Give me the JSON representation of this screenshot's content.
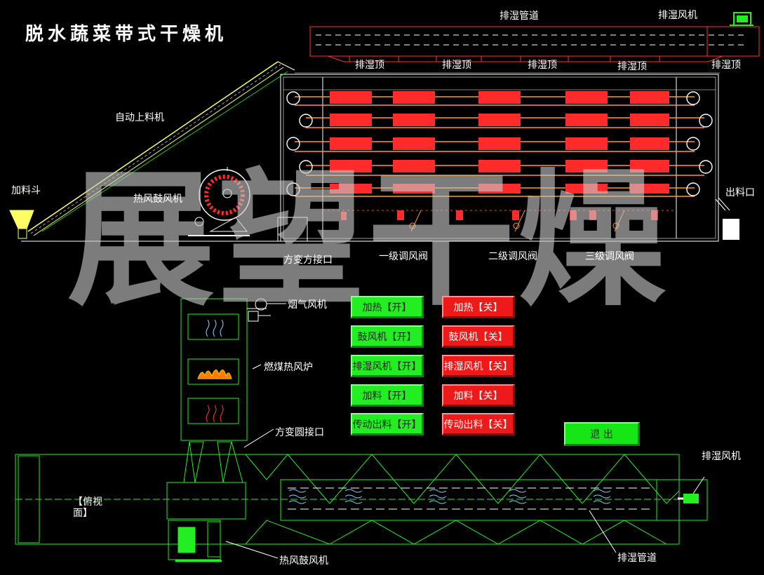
{
  "title": "脱水蔬菜带式干燥机",
  "watermark": "展望干燥",
  "labels": {
    "exhaust_pipe_top": "排湿管道",
    "exhaust_fan_top": "排湿风机",
    "exhaust_top_1": "排湿顶",
    "exhaust_top_2": "排湿顶",
    "exhaust_top_3": "排湿顶",
    "exhaust_top_4": "排湿顶",
    "exhaust_top_5": "排湿顶",
    "auto_feed": "自动上料机",
    "hopper": "加料斗",
    "hot_air_blower_top": "热风鼓风机",
    "discharge": "出料口",
    "square_to_square": "方变方接口",
    "valve_1": "一级调风阀",
    "valve_2": "二级调风阀",
    "valve_3": "三级调风阀",
    "flue_fan": "烟气风机",
    "coal_furnace": "燃煤热风炉",
    "square_to_round": "方变圆接口",
    "top_view": "【俯视面】",
    "hot_air_blower_bottom": "热风鼓风机",
    "exhaust_fan_bottom": "排湿风机",
    "exhaust_pipe_bottom": "排湿管道"
  },
  "controls": {
    "heat_on": "加热【开】",
    "heat_off": "加热【关】",
    "blower_on": "鼓风机【开】",
    "blower_off": "鼓风机【关】",
    "exhaust_fan_on": "排湿风机【开】",
    "exhaust_fan_off": "排湿风机【关】",
    "feed_on": "加料【开】",
    "feed_off": "加料【关】",
    "drive_discharge_on": "传动出料【开】",
    "drive_discharge_off": "传动出料【关】",
    "exit": "退 出"
  },
  "colors": {
    "background": "#000000",
    "on_button": "#22ee22",
    "off_button": "#ee1a1a",
    "structure_line": "#ffffff",
    "top_view_line": "#22ee22",
    "exhaust_pipe": "#ff3333",
    "heater_bars": "#ff2a2a",
    "belt": "#ff9922"
  }
}
